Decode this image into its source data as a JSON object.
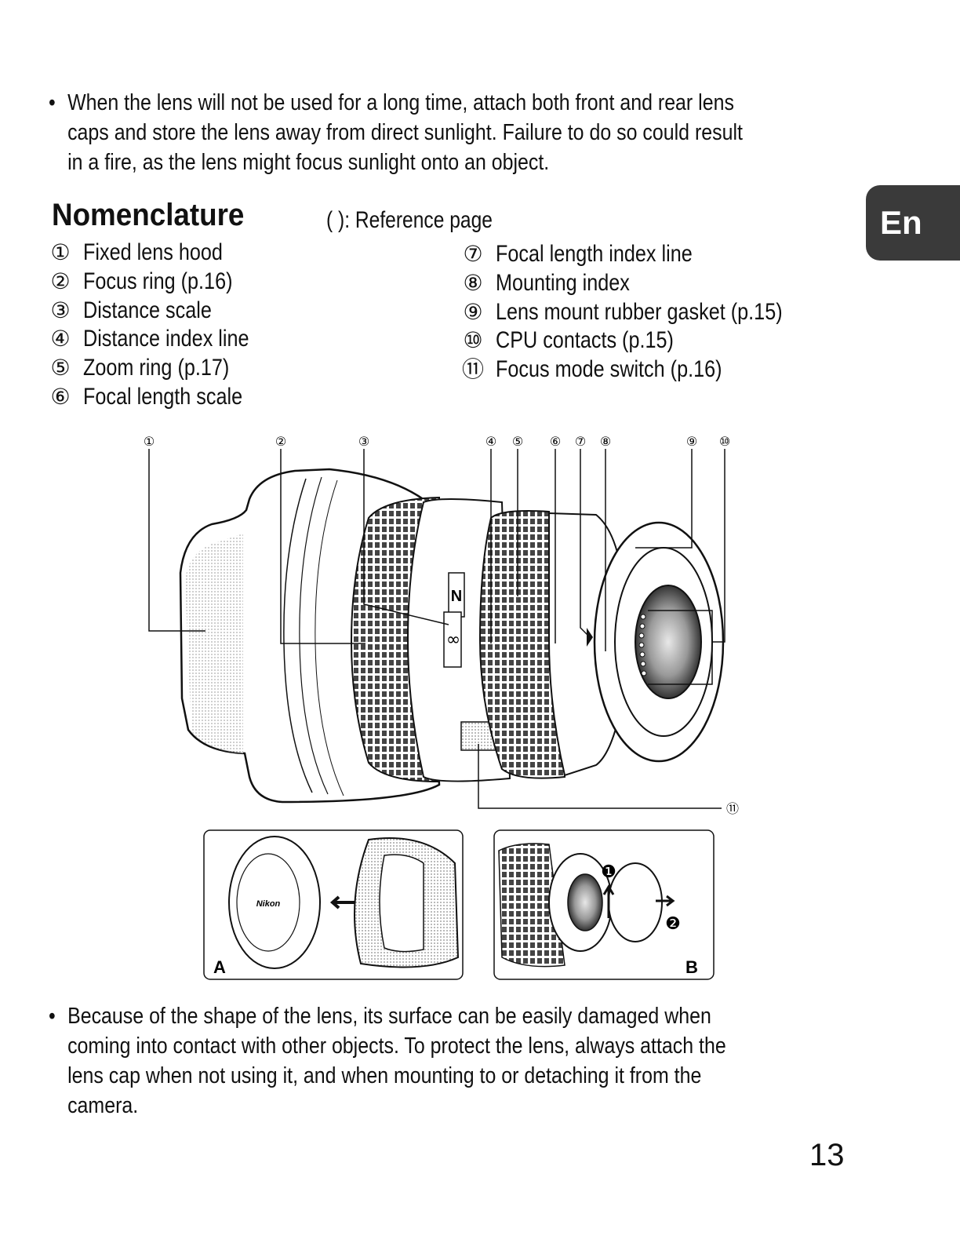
{
  "bullets": {
    "top": {
      "marker": "•",
      "lines": [
        "When the lens will not be used for a long time, attach both front and rear lens",
        "caps and store the lens away from direct sunlight. Failure to do so could result",
        "in a fire, as the lens might focus sunlight onto an object."
      ]
    },
    "bottom": {
      "marker": "•",
      "lines": [
        "Because of the shape of the lens, its surface can be easily damaged when",
        "coming into contact with other objects. To protect the lens, always attach the",
        "lens cap when not using it, and when mounting to or detaching it from the",
        "camera."
      ]
    }
  },
  "nomenclature": {
    "title": "Nomenclature",
    "reference_note": "( ): Reference page",
    "left": [
      {
        "num": "①",
        "text": "Fixed lens hood"
      },
      {
        "num": "②",
        "text": "Focus ring (p.16)"
      },
      {
        "num": "③",
        "text": "Distance scale"
      },
      {
        "num": "④",
        "text": "Distance index line"
      },
      {
        "num": "⑤",
        "text": "Zoom ring (p.17)"
      },
      {
        "num": "⑥",
        "text": "Focal length scale"
      }
    ],
    "right": [
      {
        "num": "⑦",
        "text": "Focal length index line"
      },
      {
        "num": "⑧",
        "text": "Mounting index"
      },
      {
        "num": "⑨",
        "text": "Lens mount rubber gasket (p.15)"
      },
      {
        "num": "⑩",
        "text": "CPU contacts (p.15)"
      },
      {
        "num": "⑪",
        "text": "Focus mode switch (p.16)"
      }
    ]
  },
  "diagram": {
    "callouts": [
      "①",
      "②",
      "③",
      "④",
      "⑤",
      "⑥",
      "⑦",
      "⑧",
      "⑨",
      "⑩",
      "⑪"
    ],
    "lens_mark": "N",
    "scale_mark": "∞",
    "inset_a": {
      "label": "A",
      "cap_brand": "Nikon"
    },
    "inset_b": {
      "label": "B",
      "step1": "❶",
      "step2": "❷"
    }
  },
  "language_tab": "En",
  "page_number": "13"
}
